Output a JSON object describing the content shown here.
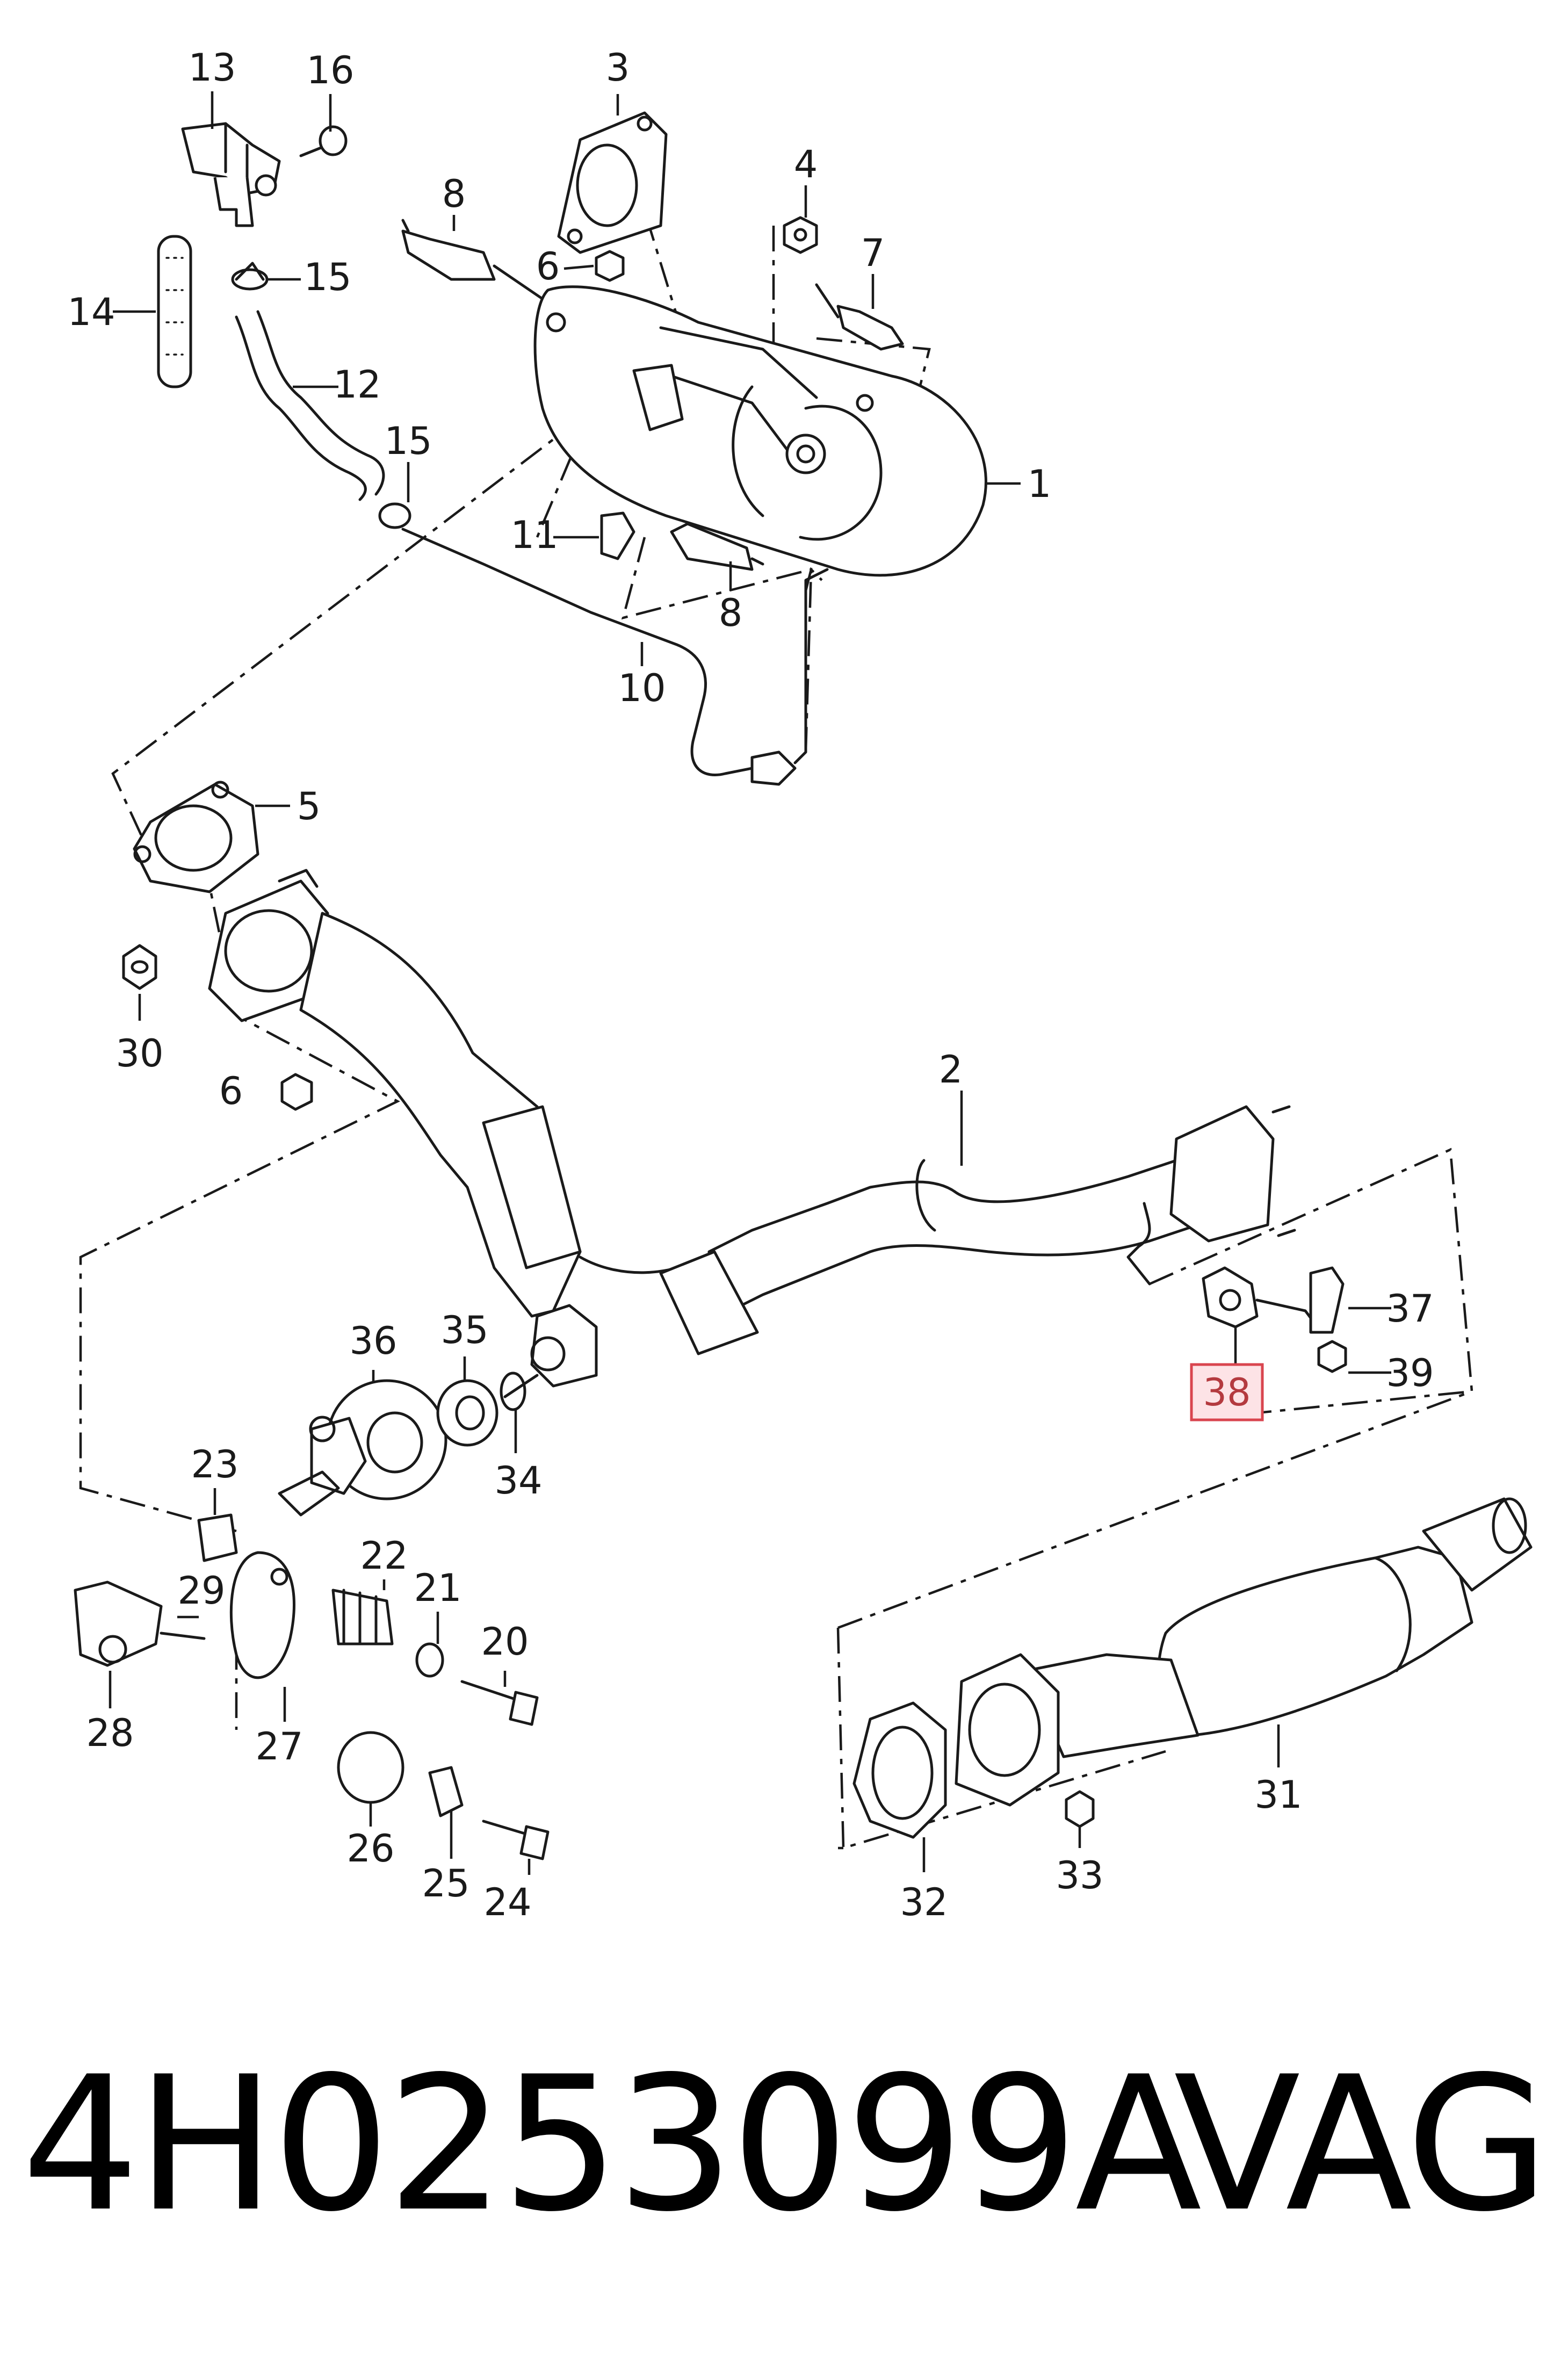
{
  "callouts": [
    {
      "id": "13",
      "label": "13"
    },
    {
      "id": "16",
      "label": "16"
    },
    {
      "id": "3",
      "label": "3"
    },
    {
      "id": "8a",
      "label": "8"
    },
    {
      "id": "4",
      "label": "4"
    },
    {
      "id": "6a",
      "label": "6"
    },
    {
      "id": "15a",
      "label": "15"
    },
    {
      "id": "7",
      "label": "7"
    },
    {
      "id": "14",
      "label": "14"
    },
    {
      "id": "12",
      "label": "12"
    },
    {
      "id": "15b",
      "label": "15"
    },
    {
      "id": "1",
      "label": "1"
    },
    {
      "id": "11",
      "label": "11"
    },
    {
      "id": "8b",
      "label": "8"
    },
    {
      "id": "10",
      "label": "10"
    },
    {
      "id": "5",
      "label": "5"
    },
    {
      "id": "30",
      "label": "30"
    },
    {
      "id": "6b",
      "label": "6"
    },
    {
      "id": "2",
      "label": "2"
    },
    {
      "id": "36",
      "label": "36"
    },
    {
      "id": "35",
      "label": "35"
    },
    {
      "id": "34",
      "label": "34"
    },
    {
      "id": "37",
      "label": "37"
    },
    {
      "id": "39",
      "label": "39"
    },
    {
      "id": "23",
      "label": "23"
    },
    {
      "id": "22",
      "label": "22"
    },
    {
      "id": "29",
      "label": "29"
    },
    {
      "id": "21",
      "label": "21"
    },
    {
      "id": "20",
      "label": "20"
    },
    {
      "id": "28",
      "label": "28"
    },
    {
      "id": "27",
      "label": "27"
    },
    {
      "id": "26",
      "label": "26"
    },
    {
      "id": "25",
      "label": "25"
    },
    {
      "id": "24",
      "label": "24"
    },
    {
      "id": "31",
      "label": "31"
    },
    {
      "id": "32",
      "label": "32"
    },
    {
      "id": "33",
      "label": "33"
    }
  ],
  "highlighted_callout": {
    "label": "38",
    "box_fill": "#fde3e6",
    "box_stroke": "#d9454f"
  },
  "footer": {
    "part_number": "4H0253099A",
    "brand": "VAG"
  }
}
